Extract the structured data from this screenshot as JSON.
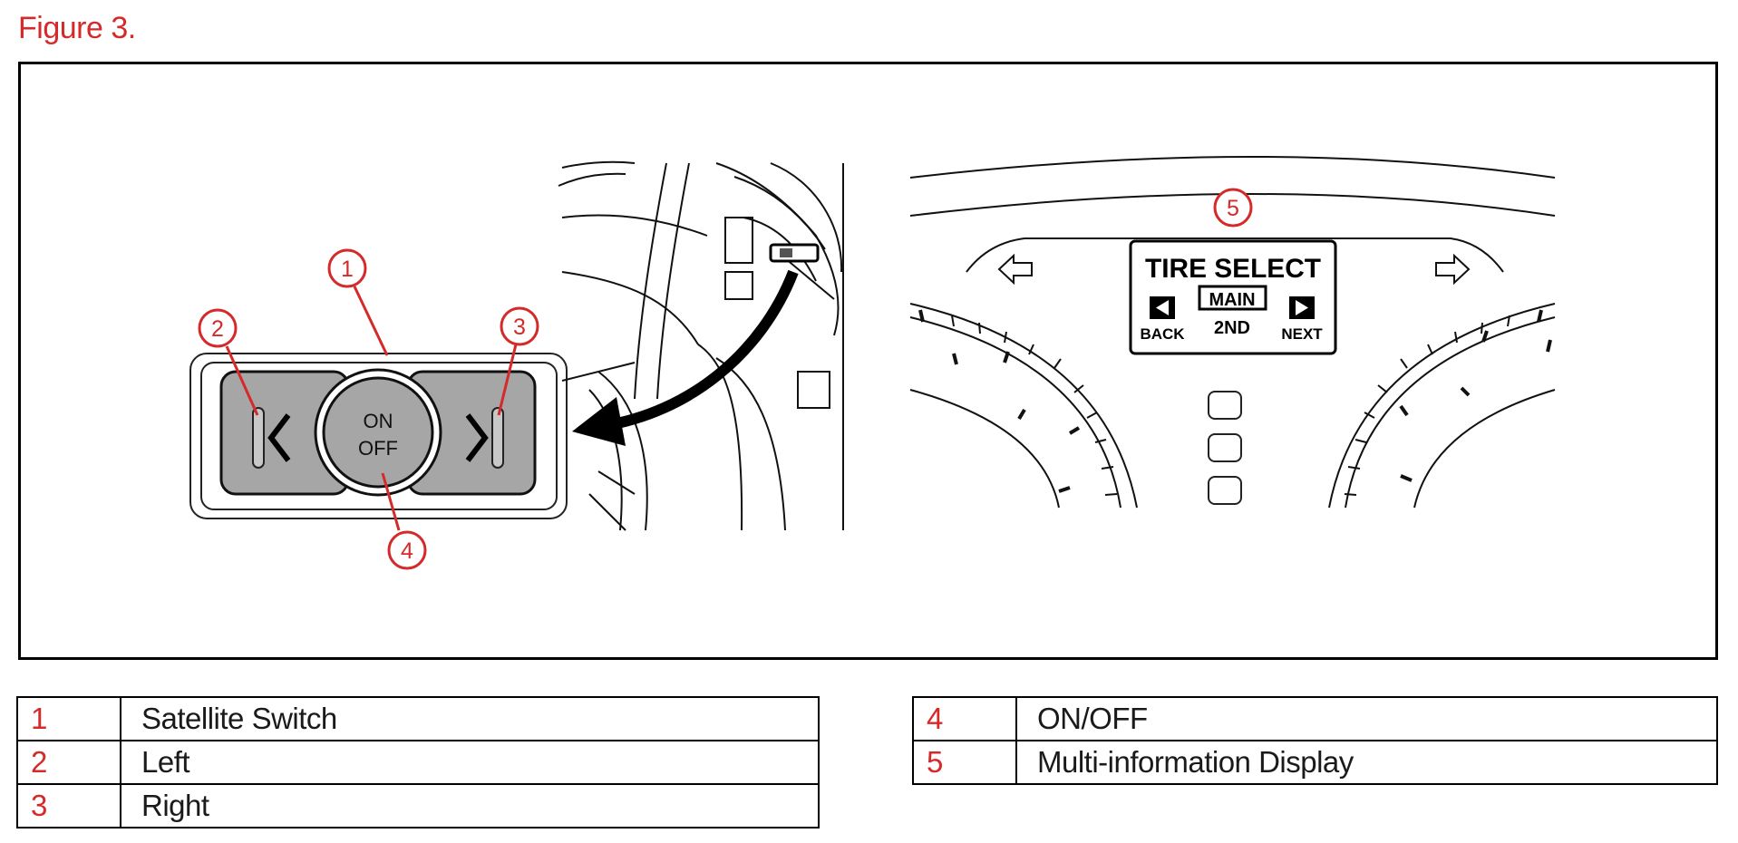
{
  "figure_title": "Figure 3.",
  "switch": {
    "on_label": "ON",
    "off_label": "OFF"
  },
  "display": {
    "title": "TIRE SELECT",
    "main_label": "MAIN",
    "second_label": "2ND",
    "back_label": "BACK",
    "next_label": "NEXT"
  },
  "callouts": [
    "1",
    "2",
    "3",
    "4",
    "5"
  ],
  "legend_left": [
    {
      "num": "1",
      "text": "Satellite Switch"
    },
    {
      "num": "2",
      "text": "Left"
    },
    {
      "num": "3",
      "text": "Right"
    }
  ],
  "legend_right": [
    {
      "num": "4",
      "text": "ON/OFF"
    },
    {
      "num": "5",
      "text": "Multi-information Display"
    }
  ],
  "colors": {
    "callout_red": "#d42a2a",
    "button_gray": "#a6a6a6",
    "line_black": "#000000"
  }
}
